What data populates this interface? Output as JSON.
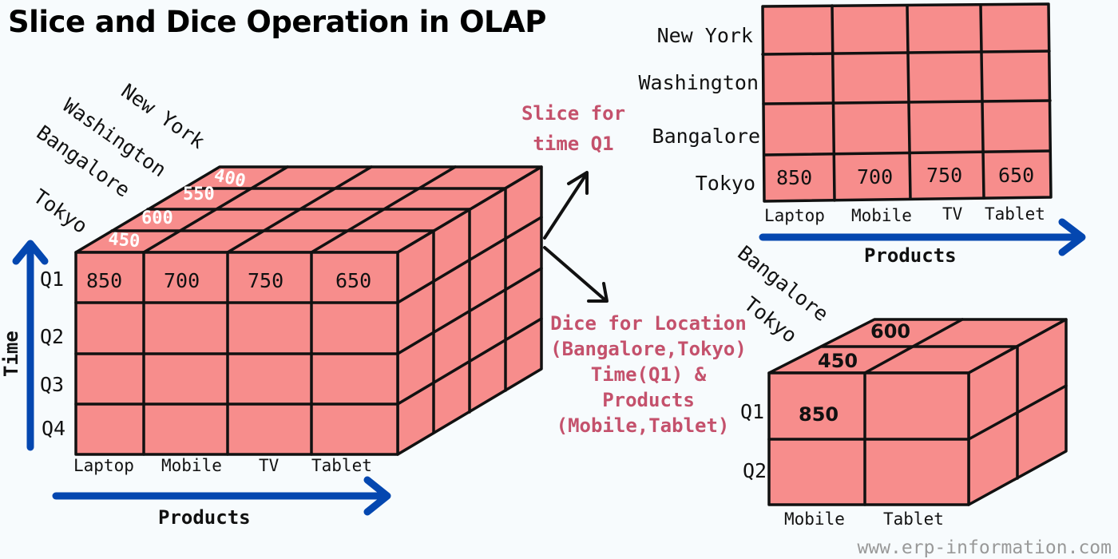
{
  "title": "Slice and Dice Operation in OLAP",
  "cube": {
    "locations": [
      "New York",
      "Washington",
      "Bangalore",
      "Tokyo"
    ],
    "quarters": [
      "Q1",
      "Q2",
      "Q3",
      "Q4"
    ],
    "products": [
      "Laptop",
      "Mobile",
      "TV",
      "Tablet"
    ],
    "front_values": [
      "850",
      "700",
      "750",
      "650"
    ],
    "top_values": [
      "400",
      "550",
      "600",
      "450"
    ],
    "time_axis_label": "Time",
    "products_axis_label": "Products"
  },
  "operations": {
    "slice_lines": [
      "Slice for",
      "time Q1"
    ],
    "dice_lines": [
      "Dice for Location",
      "(Bangalore,Tokyo)",
      "Time(Q1) &",
      "Products",
      "(Mobile,Tablet)"
    ]
  },
  "slice_result": {
    "locations": [
      "New York",
      "Washington",
      "Bangalore",
      "Tokyo"
    ],
    "products": [
      "Laptop",
      "Mobile",
      "TV",
      "Tablet"
    ],
    "values": [
      "850",
      "700",
      "750",
      "650"
    ],
    "axis_label": "Products"
  },
  "dice_result": {
    "locations": [
      "Bangalore",
      "Tokyo"
    ],
    "quarters": [
      "Q1",
      "Q2"
    ],
    "products": [
      "Mobile",
      "Tablet"
    ],
    "front_value": "850",
    "top_values": [
      "600",
      "450"
    ]
  },
  "watermark": "www.erp-information.com",
  "colors": {
    "cell_fill": "#f78d8c",
    "arrow_blue": "#0447b0",
    "operation_text": "#c4516c"
  }
}
